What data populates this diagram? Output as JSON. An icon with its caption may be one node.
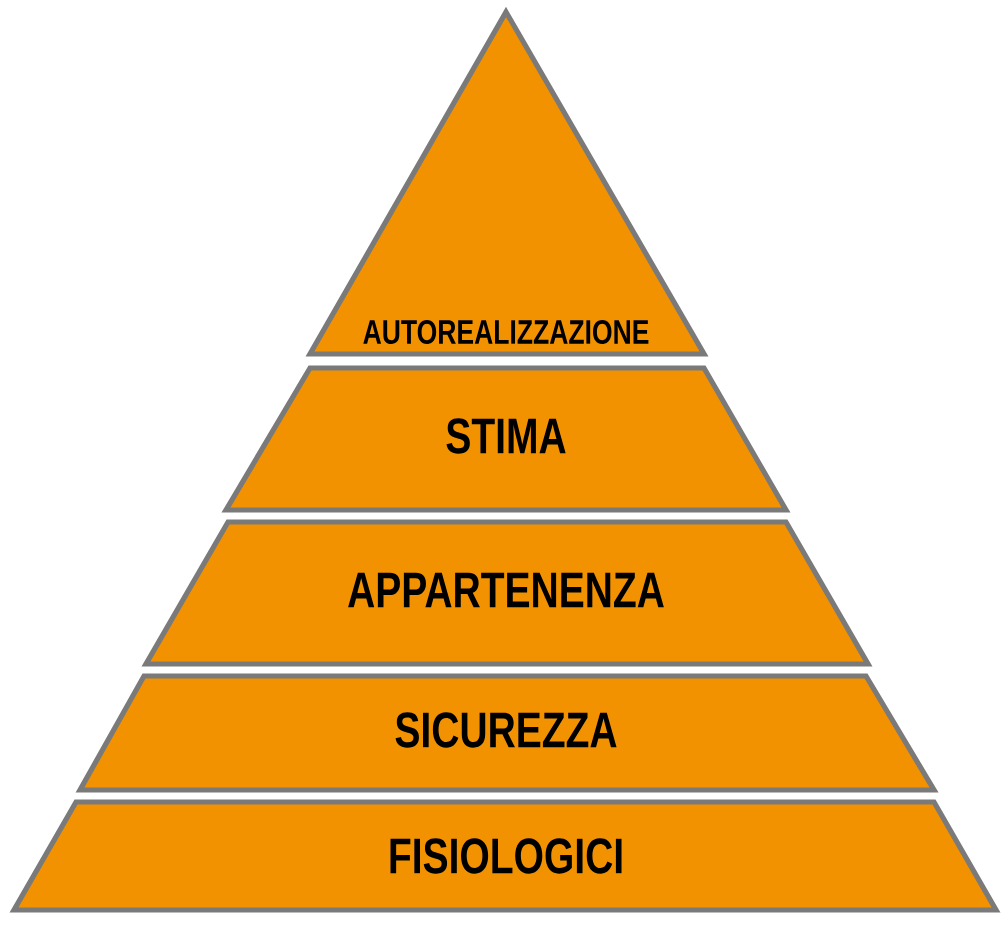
{
  "diagram": {
    "nodes": [
      {
        "text": [
          "AUTOREALIZZAZIONE"
        ]
      },
      {
        "text": [
          "STIMA"
        ]
      },
      {
        "text": [
          "APPARTENENZA"
        ]
      },
      {
        "text": [
          "SICUREZZA"
        ]
      },
      {
        "text": [
          "FISIOLOGICI"
        ]
      }
    ]
  }
}
